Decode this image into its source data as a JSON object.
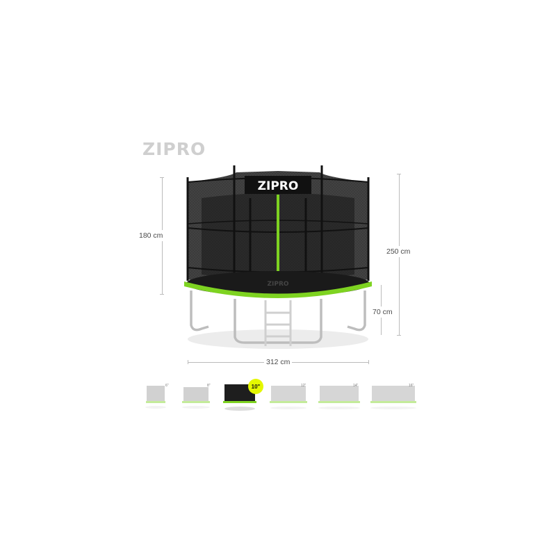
{
  "brand": "ZIPRO",
  "net_logo": "ZIPRO",
  "mat_logo": "ZIPRO",
  "dimensions": {
    "net_height": "180 cm",
    "total_height": "250 cm",
    "frame_height": "70 cm",
    "diameter": "312 cm"
  },
  "sizes": [
    {
      "label": "6\"",
      "selected": false
    },
    {
      "label": "8\"",
      "selected": false
    },
    {
      "label": "10\"",
      "selected": true
    },
    {
      "label": "12\"",
      "selected": false
    },
    {
      "label": "14\"",
      "selected": false
    },
    {
      "label": "16\"",
      "selected": false
    }
  ],
  "colors": {
    "accent_green": "#7ed321",
    "selected_badge": "#e4f700",
    "net_dark": "#1e1e1e",
    "frame_grey": "#bdbdbd"
  },
  "icons": [
    "trampoline-image",
    "ladder",
    "safety-net"
  ]
}
